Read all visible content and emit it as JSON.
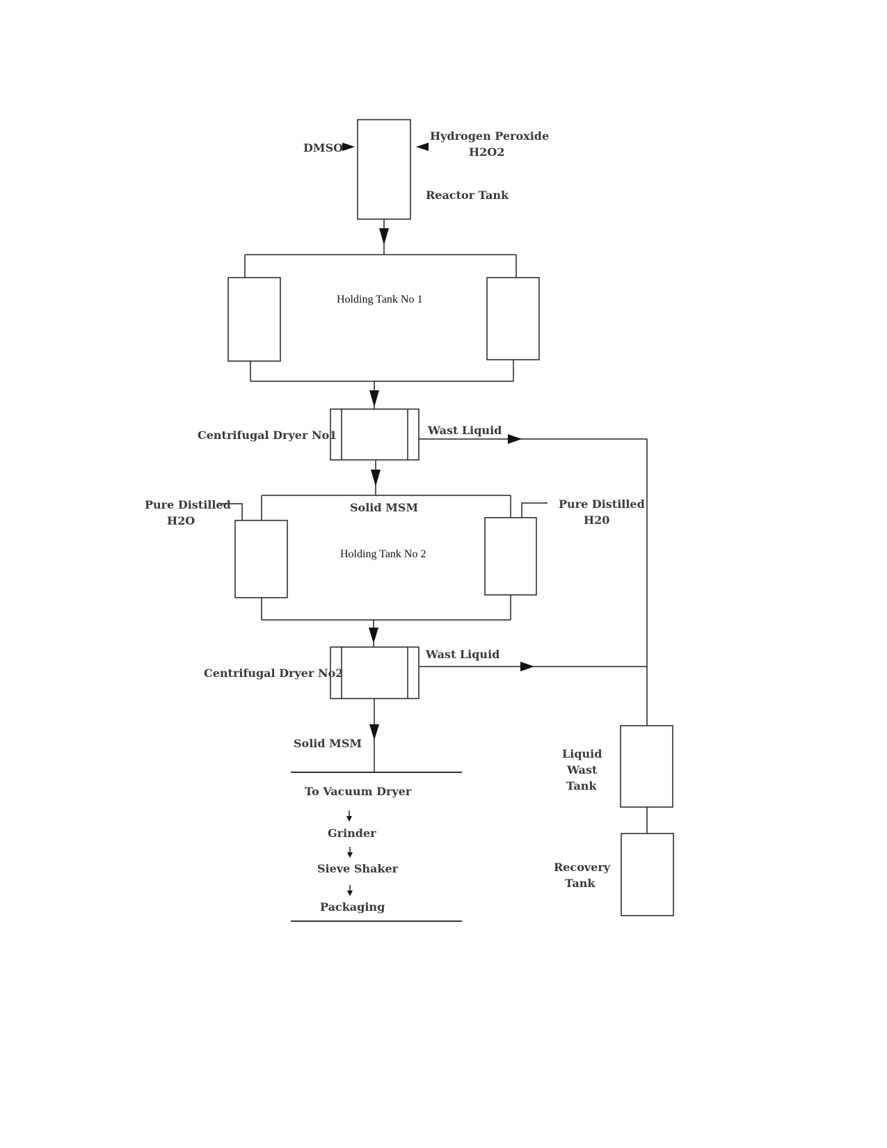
{
  "labels": {
    "dmso": "DMSO",
    "h2o2_line1": "Hydrogen Peroxide",
    "h2o2_line2": "H2O2",
    "reactor_tank": "Reactor Tank",
    "holding_tank_1": "Holding Tank No 1",
    "centrifugal_dryer_1": "Centrifugal Dryer No1",
    "wast_liquid_1": "Wast Liquid",
    "solid_msm_1": "Solid MSM",
    "pure_distilled_left_1": "Pure Distilled",
    "pure_distilled_left_2": "H2O",
    "pure_distilled_right_1": "Pure Distilled",
    "pure_distilled_right_2": "H20",
    "holding_tank_2": "Holding Tank No 2",
    "centrifugal_dryer_2": "Centrifugal Dryer No2",
    "wast_liquid_2": "Wast Liquid",
    "solid_msm_2": "Solid MSM",
    "to_vacuum_dryer": "To Vacuum Dryer",
    "grinder": "Grinder",
    "sieve_shaker": "Sieve Shaker",
    "packaging": "Packaging",
    "liquid_wast_tank_1": "Liquid",
    "liquid_wast_tank_2": "Wast",
    "liquid_wast_tank_3": "Tank",
    "recovery_tank_1": "Recovery",
    "recovery_tank_2": "Tank"
  }
}
